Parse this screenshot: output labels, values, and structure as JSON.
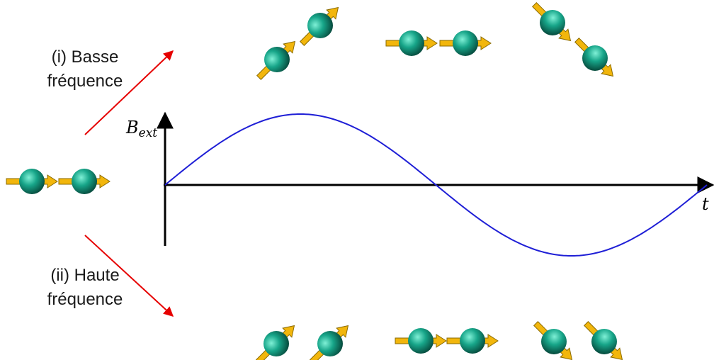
{
  "labels": {
    "low_frequency": "(i) Basse fréquence",
    "low_frequency_lines": [
      "(i) Basse",
      "fréquence"
    ],
    "high_frequency": "(ii) Haute fréquence",
    "high_frequency_lines": [
      "(ii) Haute",
      "fréquence"
    ]
  },
  "axes": {
    "y_symbol": "B",
    "y_subscript": "ext",
    "x_symbol": "t"
  },
  "colors": {
    "curve": "#1f1fd6",
    "axes": "#000000",
    "branch_arrows": "#e60000",
    "spin_arrow": "#f2b60c",
    "spin_arrow_edge": "#8a6a00",
    "sphere_light": "#7ff0d6",
    "sphere_mid": "#17a589",
    "sphere_dark": "#06473a"
  },
  "icons": {
    "spin": "spin-sphere-icon",
    "branch_arrow": "red-arrow-icon"
  },
  "waveform": {
    "function": "sine",
    "cycles": 1
  },
  "spin_groups": {
    "initial": {
      "orientations_deg": [
        0,
        0
      ]
    },
    "low_frequency": [
      {
        "phase": "positive",
        "orientations_deg": [
          -45,
          -45
        ]
      },
      {
        "phase": "zero",
        "orientations_deg": [
          0,
          0
        ]
      },
      {
        "phase": "negative",
        "orientations_deg": [
          45,
          45
        ]
      }
    ],
    "high_frequency": [
      {
        "phase": "positive",
        "orientations_deg": [
          -45,
          -45
        ]
      },
      {
        "phase": "zero",
        "orientations_deg": [
          0,
          0
        ]
      },
      {
        "phase": "negative",
        "orientations_deg": [
          45,
          45
        ]
      }
    ]
  }
}
